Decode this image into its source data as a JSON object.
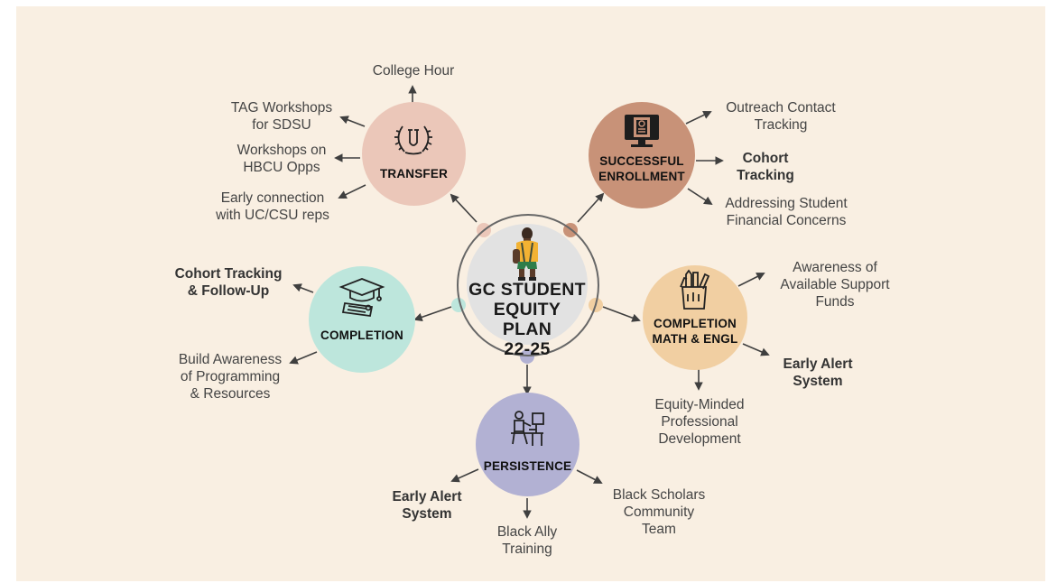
{
  "center": {
    "line1": "GC STUDENT",
    "line2": "EQUITY PLAN",
    "line3": "22-25"
  },
  "colors": {
    "background": "#f9efe2",
    "transfer": "#ebc7b9",
    "enrollment": "#c89278",
    "completion_left": "#bde6dc",
    "completion_right": "#f1cfa2",
    "persistence": "#b2b1d3",
    "center": "#e2e2e2",
    "ring": "#676767",
    "arrow": "#3f3f3f"
  },
  "transfer": {
    "title": "TRANSFER",
    "icon": "university-laurel-icon",
    "items": {
      "college_hour": "College Hour",
      "tag1": "TAG Workshops",
      "tag2": "for SDSU",
      "hbcu1": "Workshops on",
      "hbcu2": "HBCU Opps",
      "early1": "Early connection",
      "early2": "with UC/CSU reps"
    }
  },
  "enrollment": {
    "title1": "SUCCESSFUL",
    "title2": "ENROLLMENT",
    "icon": "computer-checklist-icon",
    "items": {
      "outreach1": "Outreach Contact",
      "outreach2": "Tracking",
      "cohort1": "Cohort",
      "cohort2": "Tracking",
      "fin1": "Addressing Student",
      "fin2": "Financial Concerns"
    }
  },
  "completion_left": {
    "title": "COMPLETION",
    "icon": "graduation-cap-diploma-icon",
    "items": {
      "cohort1": "Cohort Tracking",
      "cohort2": "& Follow-Up",
      "build1": "Build Awareness",
      "build2": "of Programming",
      "build3": "& Resources"
    }
  },
  "completion_right": {
    "title1": "COMPLETION",
    "title2": "MATH & ENGL",
    "icon": "pencil-cup-icon",
    "items": {
      "aware1": "Awareness of",
      "aware2": "Available Support",
      "aware3": "Funds",
      "alert1": "Early Alert",
      "alert2": "System",
      "equity1": "Equity-Minded",
      "equity2": "Professional",
      "equity3": "Development"
    }
  },
  "persistence": {
    "title": "PERSISTENCE",
    "icon": "student-studying-desk-icon",
    "items": {
      "alert1": "Early Alert",
      "alert2": "System",
      "ally1": "Black Ally",
      "ally2": "Training",
      "scholars1": "Black Scholars",
      "scholars2": "Community",
      "scholars3": "Team"
    }
  }
}
